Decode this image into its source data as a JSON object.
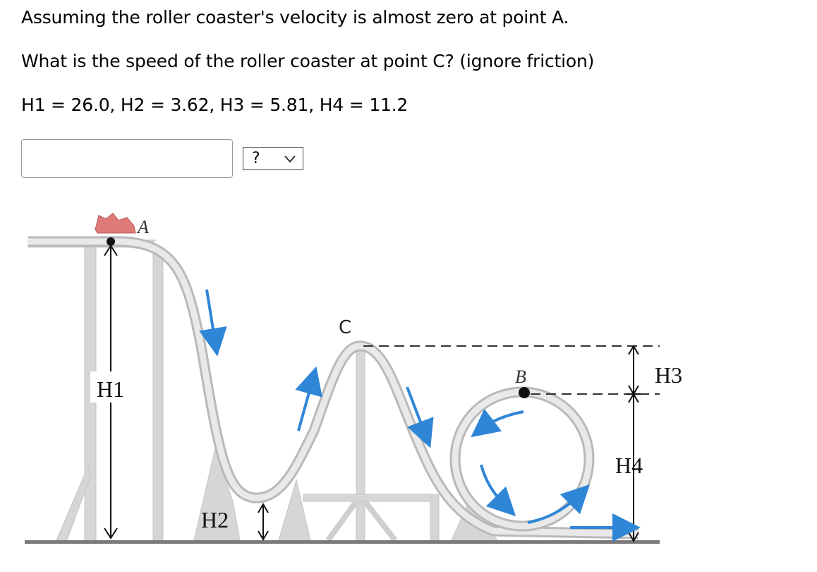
{
  "question": {
    "line1": "Assuming the roller coaster's velocity is almost zero at point A.",
    "line2": "What is the speed of the roller coaster at point C? (ignore friction)",
    "line3": "H1 = 26.0, H2 = 3.62, H3 = 5.81, H4 = 11.2"
  },
  "answer": {
    "value": "",
    "placeholder": ""
  },
  "unit_select": {
    "selected": "?"
  },
  "diagram": {
    "label_a": "A",
    "label_b": "B",
    "label_c": "C",
    "label_h1": "H1",
    "label_h2": "H2",
    "label_h3": "H3",
    "label_h4": "H4",
    "colors": {
      "track": "#cfcfcf",
      "support": "#d6d6d6",
      "ground": "#7a7a7a",
      "car": "#e07a78",
      "arrow": "#2f86d6"
    }
  }
}
